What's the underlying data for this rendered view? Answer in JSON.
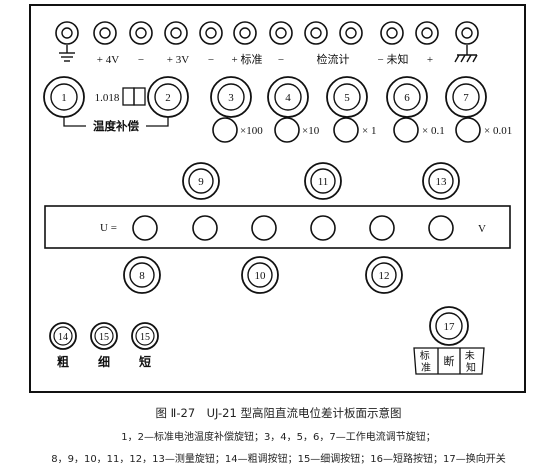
{
  "terminals": [
    {
      "id": "ground-left",
      "label": ""
    },
    {
      "id": "plus-4v",
      "label": "+ 4V"
    },
    {
      "id": "minus-4v",
      "label": "−"
    },
    {
      "id": "plus-3v",
      "label": "+ 3V"
    },
    {
      "id": "minus-3v",
      "label": "−"
    },
    {
      "id": "plus-std",
      "label": "+ 标准"
    },
    {
      "id": "minus-std",
      "label": "−"
    },
    {
      "id": "galv-1",
      "label": "检流计"
    },
    {
      "id": "galv-2",
      "label": ""
    },
    {
      "id": "unk-1",
      "label": "− 未知"
    },
    {
      "id": "unk-2",
      "label": "+"
    },
    {
      "id": "ground-right",
      "label": ""
    }
  ],
  "temp_comp": {
    "knob_1": "1",
    "knob_2": "2",
    "value": "1.018",
    "label": "温度补偿"
  },
  "current_knobs": [
    {
      "number": "3",
      "multiplier": "×100"
    },
    {
      "number": "4",
      "multiplier": "×10"
    },
    {
      "number": "5",
      "multiplier": "× 1"
    },
    {
      "number": "6",
      "multiplier": "× 0.1"
    },
    {
      "number": "7",
      "multiplier": "× 0.01"
    }
  ],
  "measure_knobs_top": [
    "9",
    "11",
    "13"
  ],
  "measure_knobs_bottom": [
    "8",
    "10",
    "12"
  ],
  "display": {
    "u_label": "U =",
    "unit": "V",
    "windows": 6
  },
  "buttons": [
    {
      "number": "14",
      "label": "粗"
    },
    {
      "number": "15",
      "label": "细"
    },
    {
      "number": "15",
      "label": "短"
    }
  ],
  "switch": {
    "number": "17",
    "positions": [
      "标准",
      "断",
      "未知"
    ]
  },
  "caption": {
    "title": "图 Ⅱ-27　UJ-21 型高阻直流电位差计板面示意图",
    "line1": "1，2—标准电池温度补偿旋钮；3，4，5，6，7—工作电流调节旋钮；",
    "line2": "8，9，10，11，12，13—测量旋钮；14—粗调按钮；15—细调按钮；16—短路按钮；17—换向开关"
  }
}
